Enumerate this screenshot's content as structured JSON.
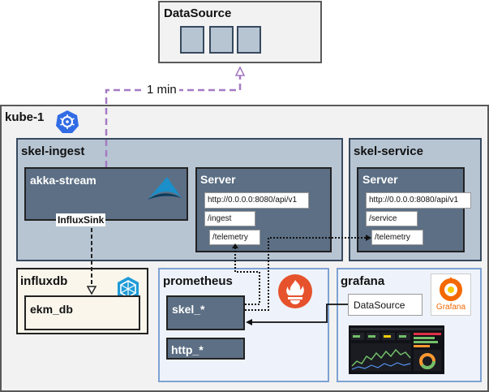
{
  "datasource": {
    "title": "DataSource",
    "slot_count": 3
  },
  "arrow_label": "1 min",
  "cluster": {
    "title": "kube-1",
    "icon": "kubernetes-icon"
  },
  "skel_ingest": {
    "title": "skel-ingest",
    "akka_stream": {
      "title": "akka-stream",
      "sink_label": "InfluxSink",
      "icon": "akka-icon"
    },
    "server": {
      "title": "Server",
      "url": "http://0.0.0.0:8080/api/v1",
      "route1": "/ingest",
      "route2": "/telemetry"
    }
  },
  "skel_service": {
    "title": "skel-service",
    "server": {
      "title": "Server",
      "url": "http://0.0.0.0:8080/api/v1",
      "route1": "/service",
      "route2": "/telemetry"
    }
  },
  "influxdb": {
    "title": "influxdb",
    "db": "ekm_db",
    "icon": "influxdb-icon"
  },
  "prometheus": {
    "title": "prometheus",
    "job1": "skel_*",
    "job2": "http_*",
    "icon": "prometheus-icon"
  },
  "grafana": {
    "title": "grafana",
    "datasource": "DataSource",
    "logo_text": "Grafana",
    "icon": "grafana-icon"
  },
  "colors": {
    "frame": "#595959",
    "cluster_fill": "#f2f2f2",
    "ingest_fill": "#b7c5d3",
    "inner_dark": "#5c6f84",
    "prom_fill": "#eef3fb",
    "prom_border": "#7da2d2",
    "influx_fill": "#faf6ec",
    "dashed_arrow": "#a57ac4",
    "datasource_slot": "#b7c5d3"
  }
}
